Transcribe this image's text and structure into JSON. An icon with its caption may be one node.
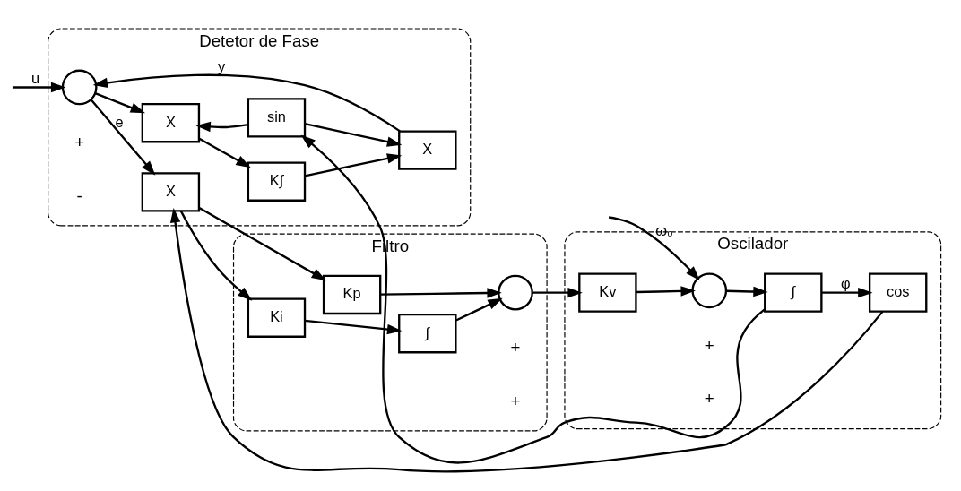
{
  "diagram": {
    "nodes": [
      {
        "text": [
          "Detetor de Fase"
        ]
      },
      {
        "text": [],
        "shape": "circle",
        "in": 0
      },
      {
        "text": [
          "X"
        ],
        "in": 0
      },
      {
        "text": [
          "X"
        ],
        "in": 0
      },
      {
        "text": [
          "sin"
        ],
        "in": 0
      },
      {
        "text": [
          "K∫"
        ],
        "in": 0
      },
      {
        "text": [
          "X"
        ],
        "in": 0
      },
      {
        "text": [
          "Filtro"
        ]
      },
      {
        "text": [
          "Kp"
        ],
        "in": 7
      },
      {
        "text": [
          "Ki"
        ],
        "in": 7
      },
      {
        "text": [
          "∫"
        ],
        "in": 7
      },
      {
        "text": [],
        "shape": "circle",
        "in": 7
      },
      {
        "text": [
          "Oscilador"
        ]
      },
      {
        "text": [
          "Kv"
        ],
        "in": 12
      },
      {
        "text": [],
        "shape": "circle",
        "in": 12
      },
      {
        "text": [
          "∫"
        ],
        "in": 12
      },
      {
        "text": [
          "cos"
        ],
        "in": 12
      }
    ],
    "edges": [
      {
        "from": null,
        "to": 1,
        "arrow": "to",
        "label": "u"
      },
      {
        "from": 1,
        "to": 2,
        "arrow": "to",
        "label": "e"
      },
      {
        "from": 1,
        "to": 3,
        "arrow": "to"
      },
      {
        "from": 2,
        "to": 8,
        "arrow": "to"
      },
      {
        "from": 2,
        "to": 9,
        "arrow": "to"
      },
      {
        "from": 8,
        "to": 11,
        "arrow": "to"
      },
      {
        "from": 9,
        "to": 10,
        "arrow": "to"
      },
      {
        "from": 10,
        "to": 11,
        "arrow": "to"
      },
      {
        "from": 11,
        "to": 13,
        "arrow": "to"
      },
      {
        "from": 13,
        "to": 14,
        "arrow": "to"
      },
      {
        "from": null,
        "to": 14,
        "arrow": "to",
        "label": "ω₀"
      },
      {
        "from": 14,
        "to": 15,
        "arrow": "to"
      },
      {
        "from": 15,
        "to": 16,
        "arrow": "to",
        "label": "φ"
      },
      {
        "from": 15,
        "to": 4,
        "arrow": "to"
      },
      {
        "from": 16,
        "to": 2,
        "arrow": "to"
      },
      {
        "from": 4,
        "to": 3,
        "arrow": "to"
      },
      {
        "from": 4,
        "to": 6,
        "arrow": "to"
      },
      {
        "from": 3,
        "to": 5,
        "arrow": "to"
      },
      {
        "from": 5,
        "to": 6,
        "arrow": "to"
      },
      {
        "from": 6,
        "to": 1,
        "arrow": "to",
        "label": "y"
      }
    ],
    "labels": [
      "+",
      "-",
      "+",
      "+",
      "+",
      "+"
    ]
  }
}
